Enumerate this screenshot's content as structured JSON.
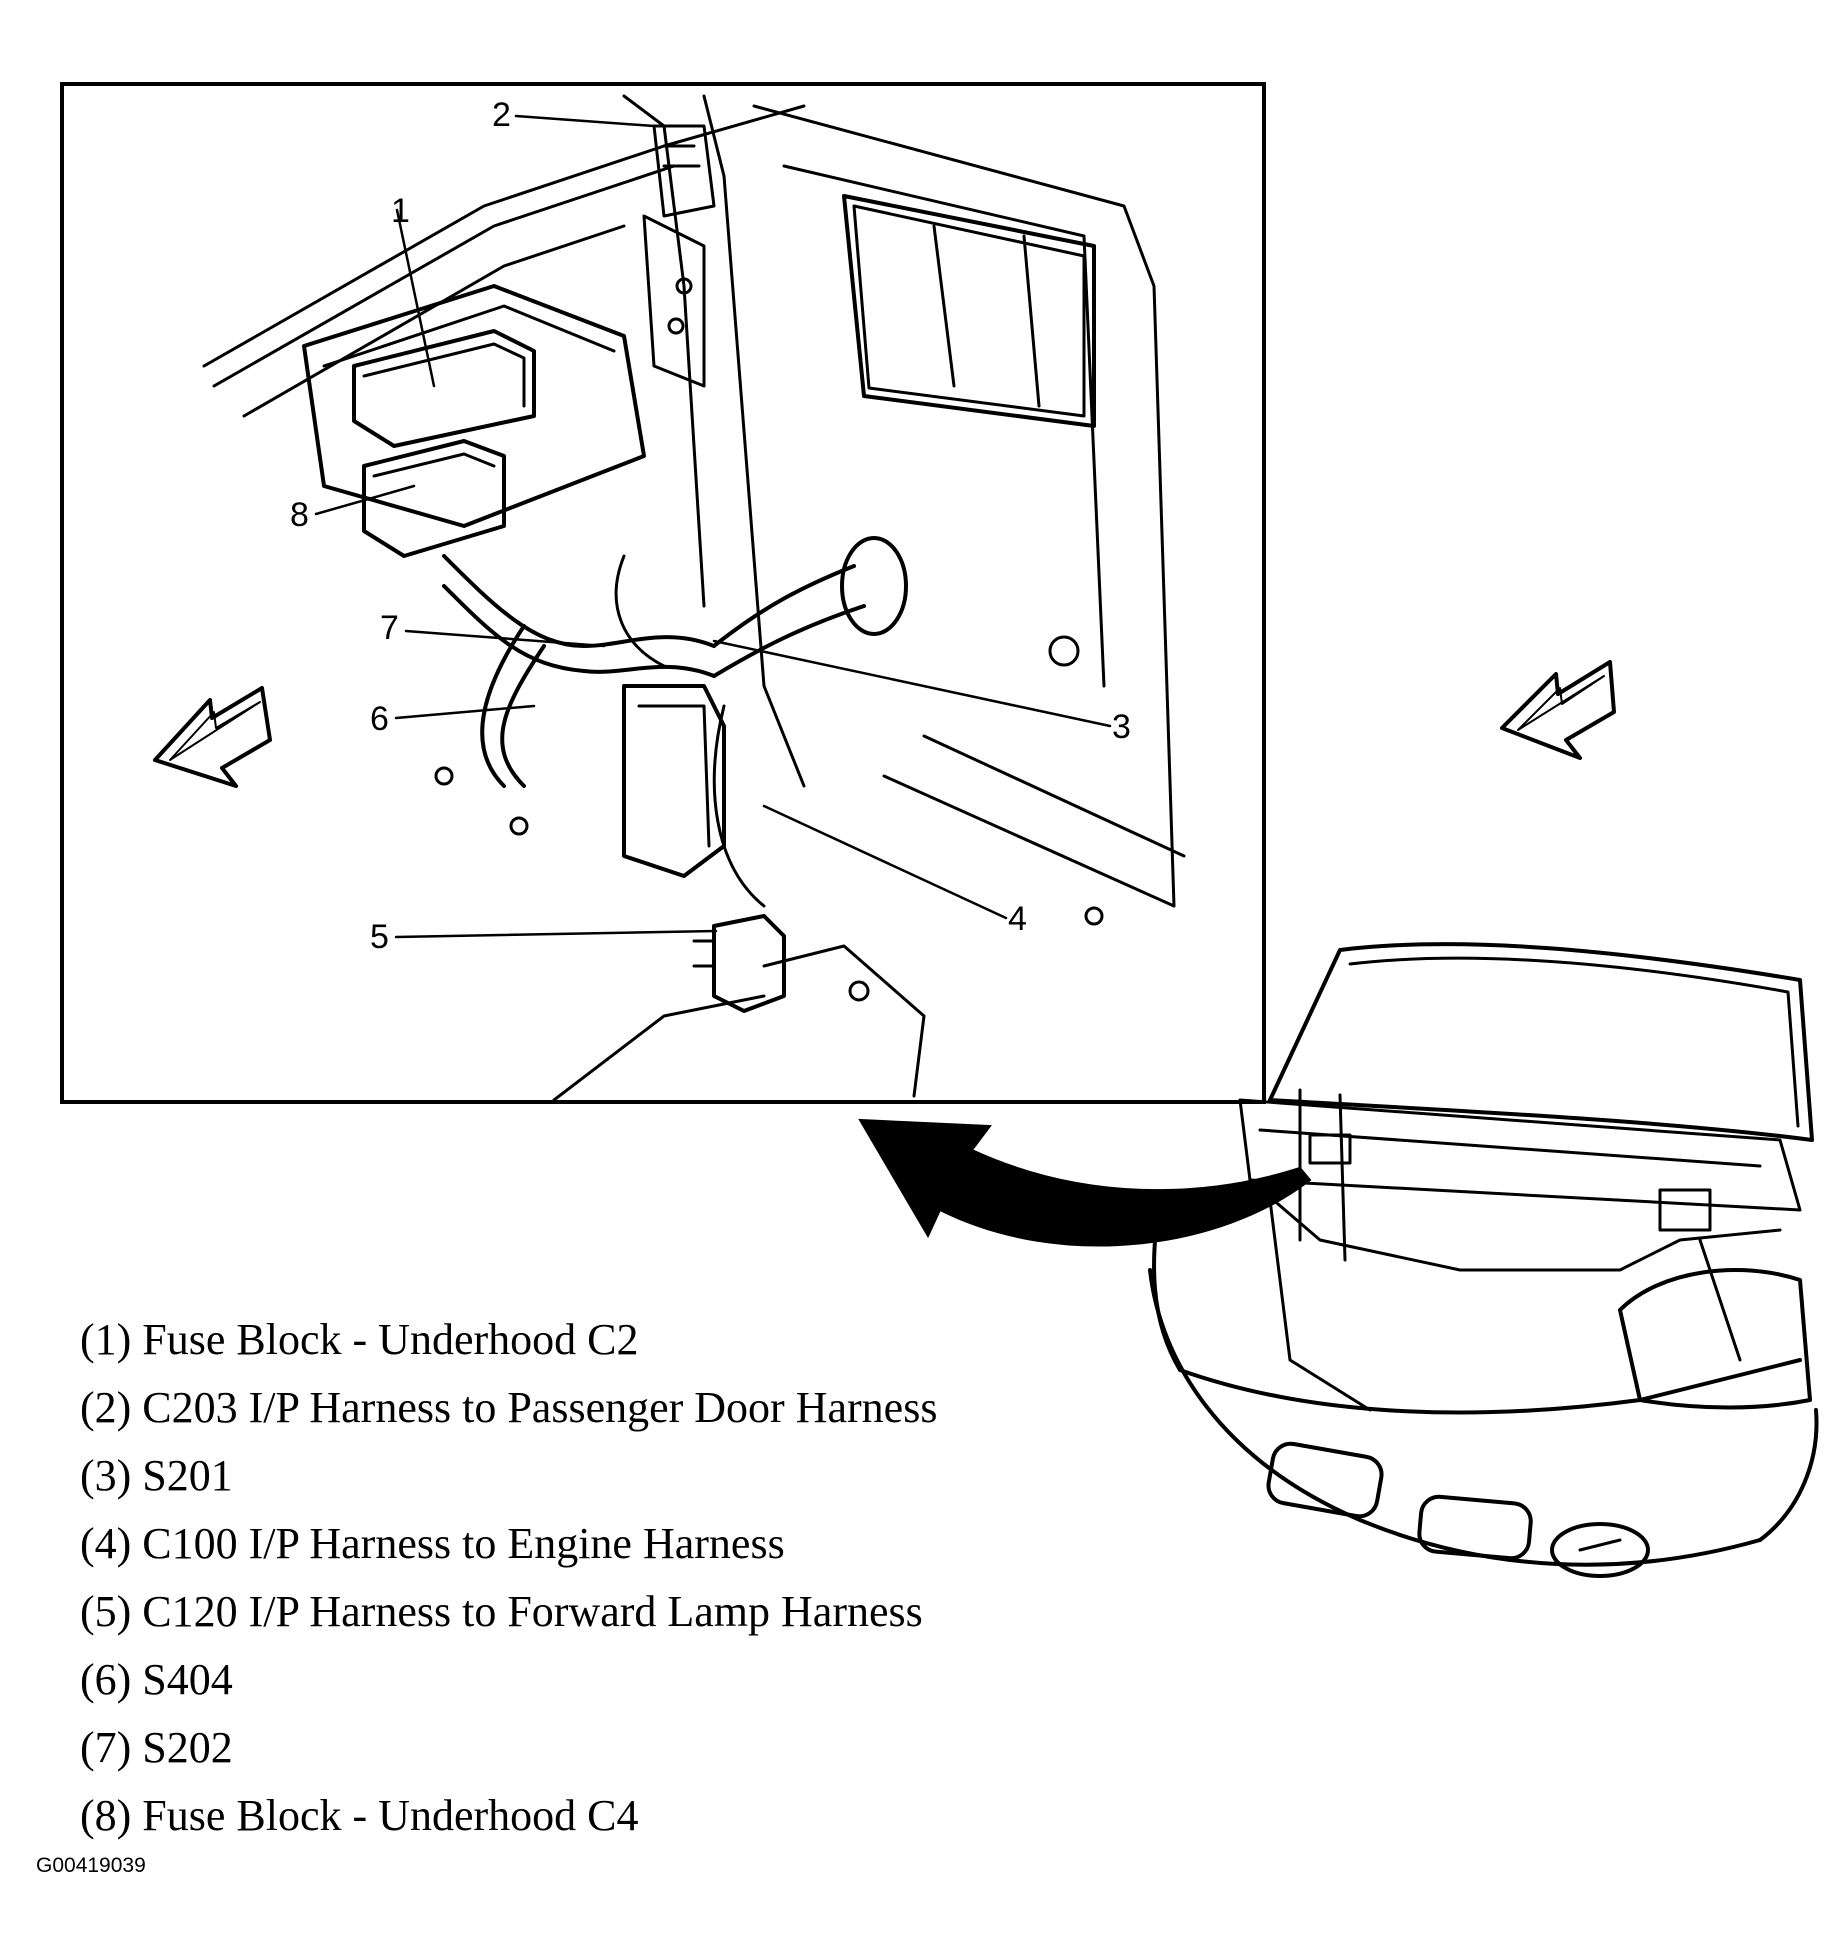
{
  "callouts": [
    "1",
    "2",
    "3",
    "4",
    "5",
    "6",
    "7",
    "8"
  ],
  "legend": [
    "(1) Fuse Block - Underhood C2",
    "(2) C203 I/P Harness to Passenger Door Harness",
    "(3) S201",
    "(4) C100 I/P Harness to Engine Harness",
    "(5) C120 I/P Harness to Forward Lamp Harness",
    "(6) S404",
    "(7) S202",
    "(8) Fuse Block - Underhood C4"
  ],
  "figure_id": "G00419039",
  "colors": {
    "line": "#000000",
    "background": "#ffffff"
  },
  "icons": [
    "direction-arrow-icon",
    "direction-arrow-icon",
    "curved-locator-arrow-icon"
  ]
}
